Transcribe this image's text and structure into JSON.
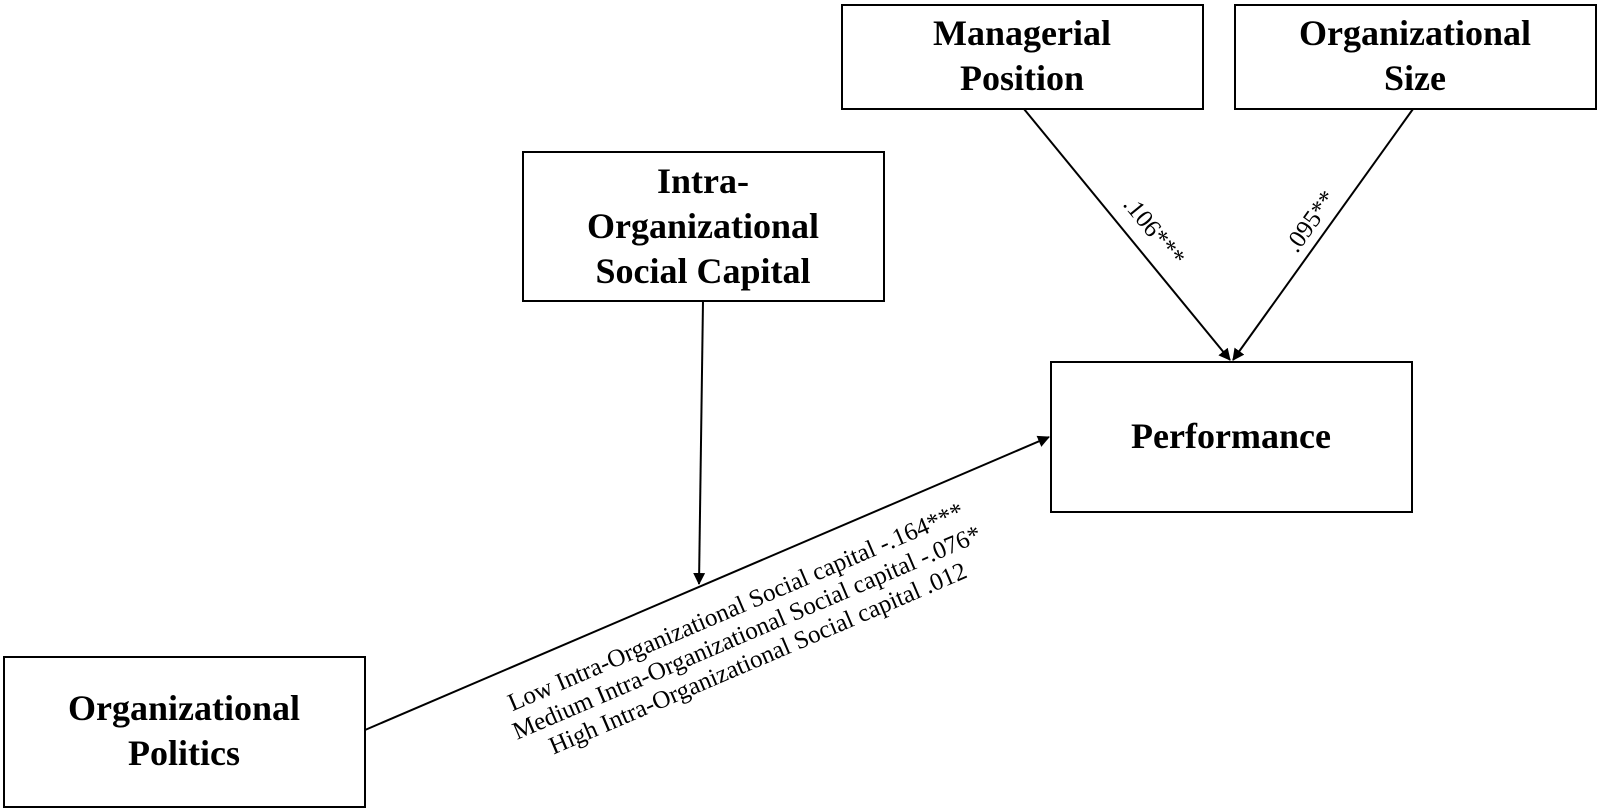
{
  "nodes": {
    "managerial_position": {
      "lines": [
        "Managerial",
        "Position"
      ]
    },
    "organizational_size": {
      "lines": [
        "Organizational",
        "Size"
      ]
    },
    "intra_org_social_capital": {
      "lines": [
        "Intra-",
        "Organizational",
        "Social Capital"
      ]
    },
    "performance": {
      "lines": [
        "Performance"
      ]
    },
    "organizational_politics": {
      "lines": [
        "Organizational",
        "Politics"
      ]
    }
  },
  "edges": {
    "managerial_to_performance": {
      "label": ".106***"
    },
    "size_to_performance": {
      "label": ".095**"
    },
    "moderation_labels": [
      "Low Intra-Organizational Social capital -.164***",
      "Medium Intra-Organizational Social capital -.076*",
      "High Intra-Organizational Social capital .012"
    ]
  }
}
